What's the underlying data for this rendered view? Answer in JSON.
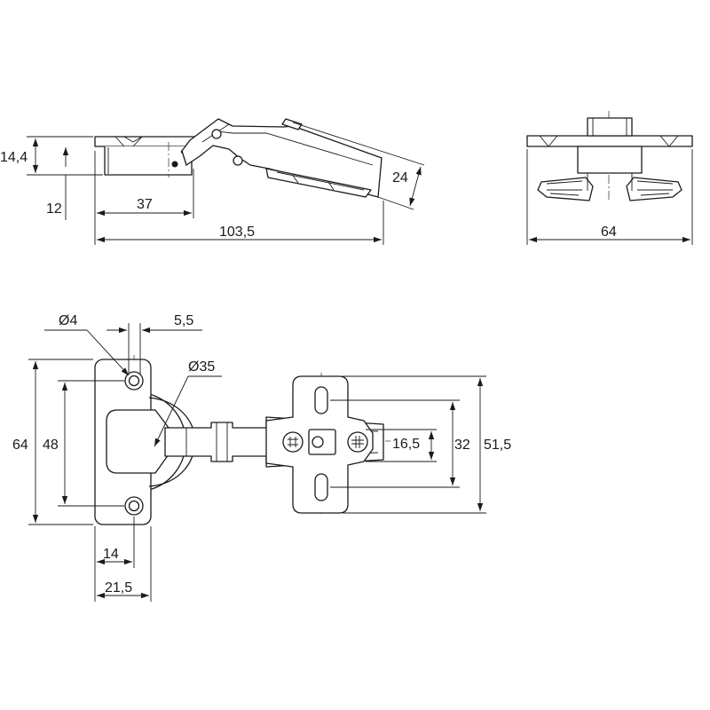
{
  "drawing": {
    "side_view": {
      "dims": {
        "flange_thickness": "14,4",
        "cup_depth": "12",
        "arm_offset": "37",
        "overall_length": "103,5",
        "plate_height": "24"
      }
    },
    "end_view": {
      "dims": {
        "width": "64"
      }
    },
    "top_view": {
      "dims": {
        "screw_hole_diameter": "Ø4",
        "hole_offset": "5,5",
        "cup_diameter": "Ø35",
        "flange_height": "64",
        "hole_spacing": "48",
        "cup_center_offset": "14",
        "flange_width": "21,5",
        "plate_slot_spacing": "16,5",
        "plate_hole_spacing": "32",
        "plate_height": "51,5"
      }
    }
  }
}
